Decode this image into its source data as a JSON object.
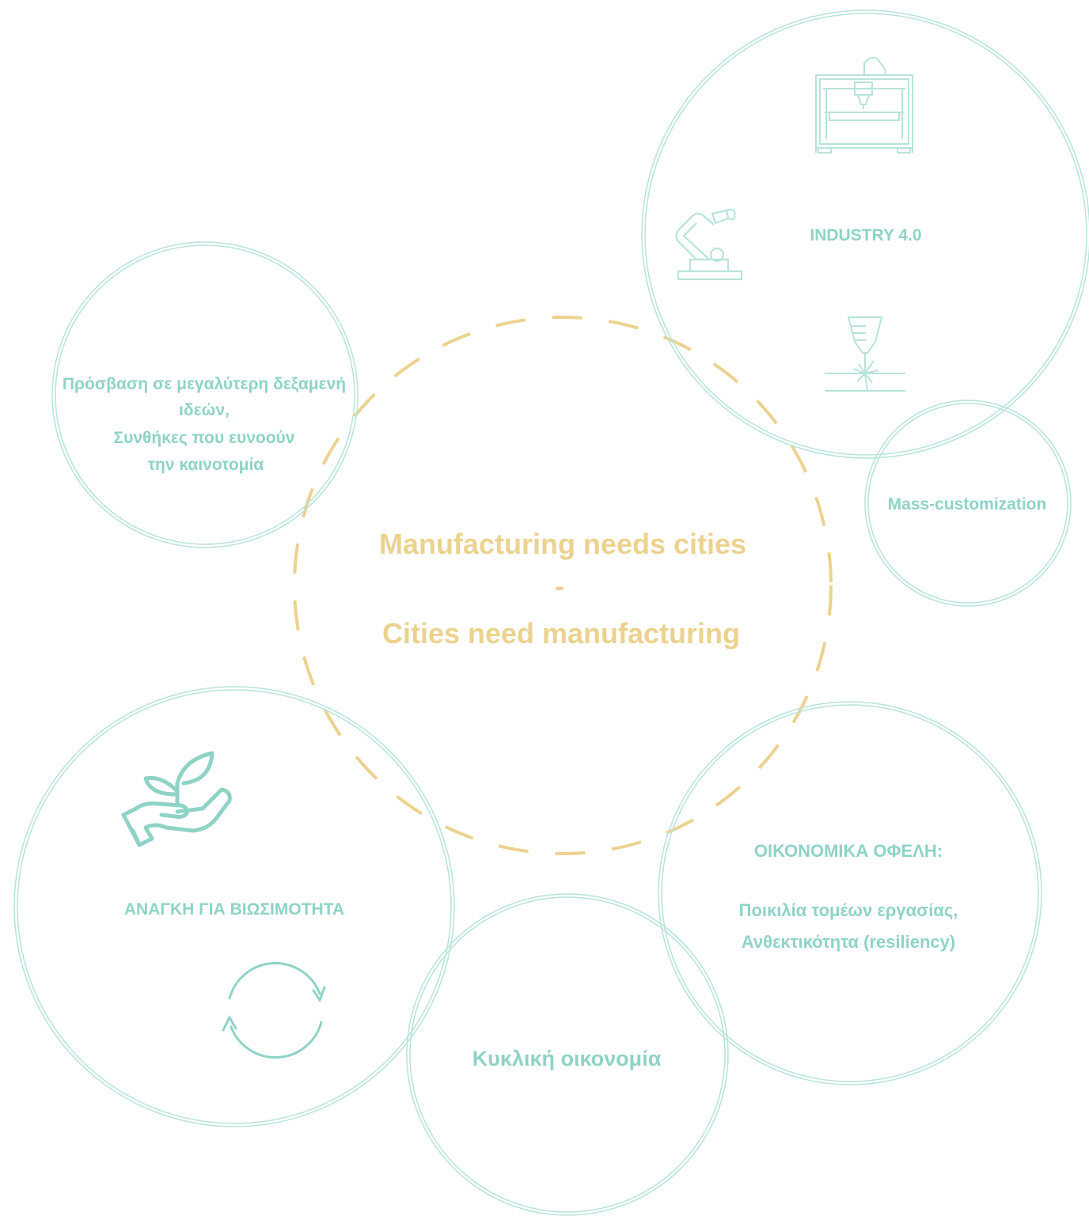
{
  "colors": {
    "teal": "#8ed3c6",
    "gold": "#ecd28e",
    "background": "#ffffff"
  },
  "center": {
    "line1": "Manufacturing needs cities",
    "separator": "-",
    "line2": "Cities need manufacturing"
  },
  "innovation": {
    "line1": "Πρόσβαση σε μεγαλύτερη δεξαμενή",
    "line2": "ιδεών,",
    "line3": "Συνθήκες που ευνοούν",
    "line4": "την καινοτομία"
  },
  "industry": {
    "label": "INDUSTRY 4.0",
    "icons": [
      "3d-printer-icon",
      "robot-arm-icon",
      "laser-cutter-icon"
    ]
  },
  "mass_customization": {
    "label": "Mass-customization"
  },
  "sustainability": {
    "label": "ΑΝΑΓΚΗ ΓΙΑ ΒΙΩΣΙΜΟΤΗΤΑ",
    "icons": [
      "hand-plant-icon",
      "recycle-arrows-icon"
    ]
  },
  "circular": {
    "label": "Κυκλική οικονομία"
  },
  "economic": {
    "title": "ΟΙΚΟΝΟΜΙΚΑ ΟΦΕΛΗ:",
    "line1": "Ποικιλία τομέων εργασίας,",
    "line2": "Ανθεκτικότητα (resiliency)"
  }
}
